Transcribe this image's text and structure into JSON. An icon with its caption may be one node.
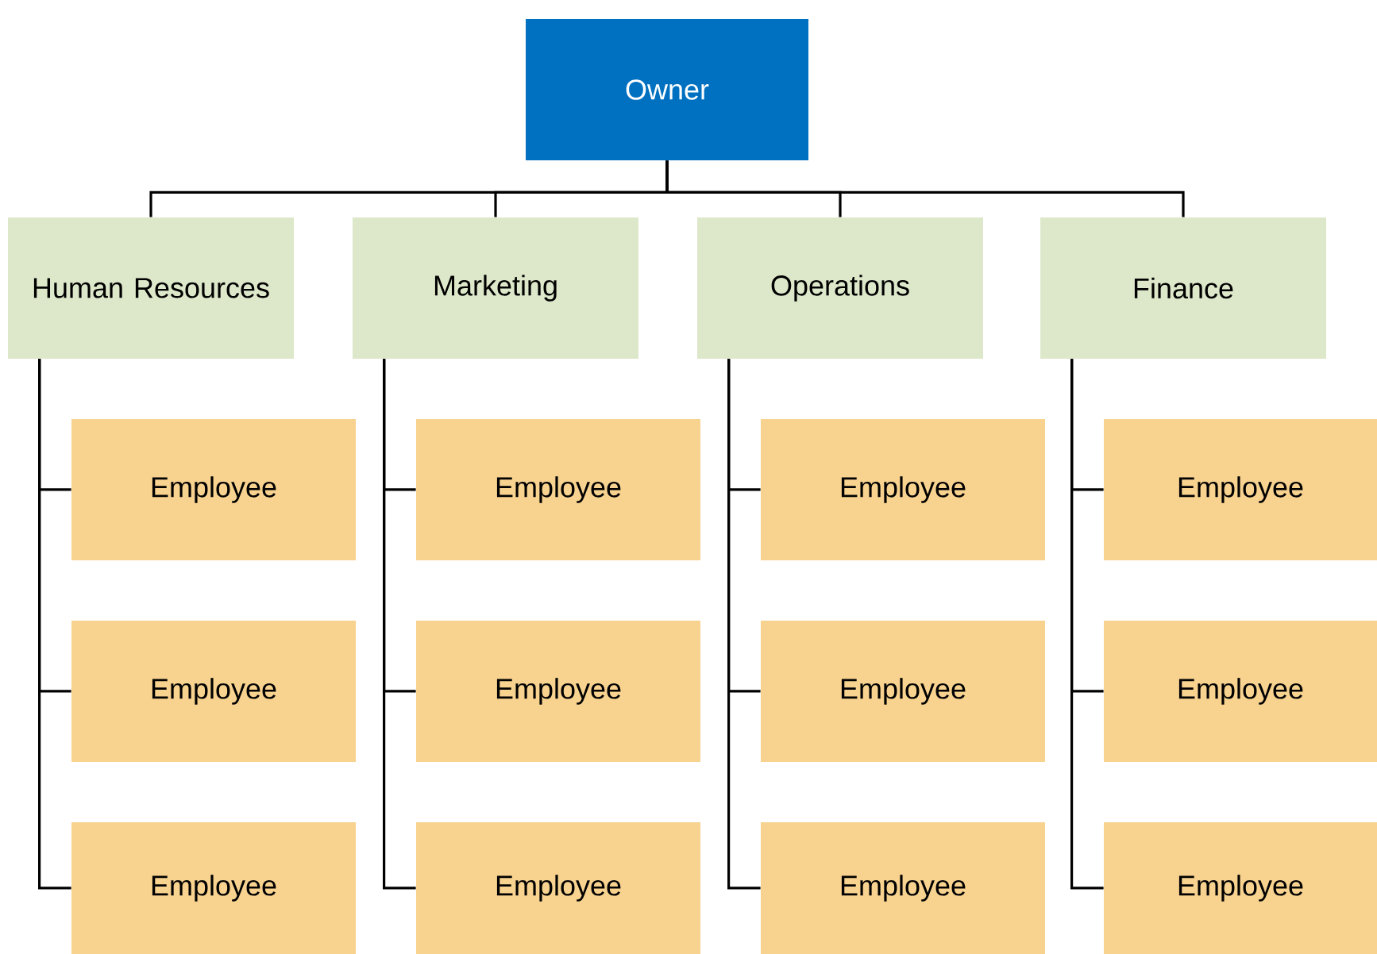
{
  "diagram": {
    "nodes": [
      {
        "text": [
          "Owner"
        ]
      },
      {
        "text": [
          "Human Resources"
        ]
      },
      {
        "text": [
          "Marketing"
        ]
      },
      {
        "text": [
          "Operations"
        ]
      },
      {
        "text": [
          "Finance"
        ]
      },
      {
        "text": [
          "Employee"
        ]
      },
      {
        "text": [
          "Employee"
        ]
      },
      {
        "text": [
          "Employee"
        ]
      },
      {
        "text": [
          "Employee"
        ]
      },
      {
        "text": [
          "Employee"
        ]
      },
      {
        "text": [
          "Employee"
        ]
      },
      {
        "text": [
          "Employee"
        ]
      },
      {
        "text": [
          "Employee"
        ]
      },
      {
        "text": [
          "Employee"
        ]
      },
      {
        "text": [
          "Employee"
        ]
      },
      {
        "text": [
          "Employee"
        ]
      },
      {
        "text": [
          "Employee"
        ]
      }
    ],
    "edges": [
      {
        "from": 0,
        "to": 1,
        "arrow": "none"
      },
      {
        "from": 0,
        "to": 2,
        "arrow": "none"
      },
      {
        "from": 0,
        "to": 3,
        "arrow": "none"
      },
      {
        "from": 0,
        "to": 4,
        "arrow": "none"
      },
      {
        "from": 1,
        "to": 5,
        "arrow": "none"
      },
      {
        "from": 1,
        "to": 9,
        "arrow": "none"
      },
      {
        "from": 1,
        "to": 13,
        "arrow": "none"
      },
      {
        "from": 2,
        "to": 6,
        "arrow": "none"
      },
      {
        "from": 2,
        "to": 10,
        "arrow": "none"
      },
      {
        "from": 2,
        "to": 14,
        "arrow": "none"
      },
      {
        "from": 3,
        "to": 7,
        "arrow": "none"
      },
      {
        "from": 3,
        "to": 11,
        "arrow": "none"
      },
      {
        "from": 3,
        "to": 15,
        "arrow": "none"
      },
      {
        "from": 4,
        "to": 8,
        "arrow": "none"
      },
      {
        "from": 4,
        "to": 12,
        "arrow": "none"
      },
      {
        "from": 4,
        "to": 16,
        "arrow": "none"
      }
    ]
  }
}
